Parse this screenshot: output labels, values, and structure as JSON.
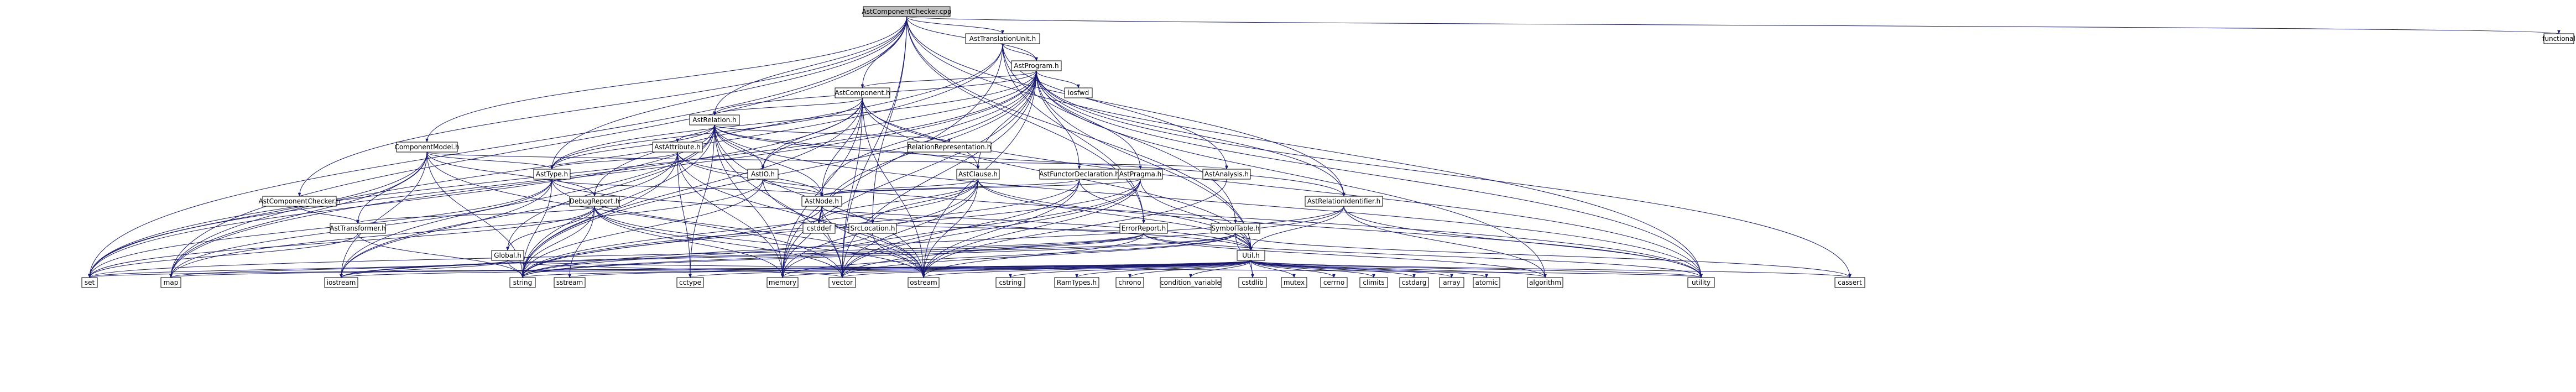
{
  "diagram": {
    "root": "AstComponentChecker.cpp",
    "nodes": [
      {
        "id": "AstComponentChecker.cpp",
        "label": "AstComponentChecker.cpp",
        "kind": "root"
      },
      {
        "id": "AstTranslationUnit.h",
        "label": "AstTranslationUnit.h",
        "kind": "file"
      },
      {
        "id": "functional",
        "label": "functional",
        "kind": "system"
      },
      {
        "id": "AstProgram.h",
        "label": "AstProgram.h",
        "kind": "file"
      },
      {
        "id": "AstComponent.h",
        "label": "AstComponent.h",
        "kind": "file"
      },
      {
        "id": "iosfwd",
        "label": "iosfwd",
        "kind": "system"
      },
      {
        "id": "AstRelation.h",
        "label": "AstRelation.h",
        "kind": "file"
      },
      {
        "id": "ComponentModel.h",
        "label": "ComponentModel.h",
        "kind": "file"
      },
      {
        "id": "AstAttribute.h",
        "label": "AstAttribute.h",
        "kind": "file"
      },
      {
        "id": "RelationRepresentation.h",
        "label": "RelationRepresentation.h",
        "kind": "file"
      },
      {
        "id": "AstIO.h",
        "label": "AstIO.h",
        "kind": "file"
      },
      {
        "id": "AstType.h",
        "label": "AstType.h",
        "kind": "file"
      },
      {
        "id": "AstClause.h",
        "label": "AstClause.h",
        "kind": "partial"
      },
      {
        "id": "AstFunctorDeclaration.h",
        "label": "AstFunctorDeclaration.h",
        "kind": "file"
      },
      {
        "id": "AstPragma.h",
        "label": "AstPragma.h",
        "kind": "file"
      },
      {
        "id": "AstAnalysis.h",
        "label": "AstAnalysis.h",
        "kind": "file"
      },
      {
        "id": "AstComponentChecker.h",
        "label": "AstComponentChecker.h",
        "kind": "file"
      },
      {
        "id": "DebugReport.h",
        "label": "DebugReport.h",
        "kind": "partial"
      },
      {
        "id": "AstNode.h",
        "label": "AstNode.h",
        "kind": "partial"
      },
      {
        "id": "AstRelationIdentifier.h",
        "label": "AstRelationIdentifier.h",
        "kind": "file"
      },
      {
        "id": "ErrorReport.h",
        "label": "ErrorReport.h",
        "kind": "file"
      },
      {
        "id": "SymbolTable.h",
        "label": "SymbolTable.h",
        "kind": "partial"
      },
      {
        "id": "AstTransformer.h",
        "label": "AstTransformer.h",
        "kind": "file"
      },
      {
        "id": "cstddef",
        "label": "cstddef",
        "kind": "system"
      },
      {
        "id": "SrcLocation.h",
        "label": "SrcLocation.h",
        "kind": "file"
      },
      {
        "id": "Util.h",
        "label": "Util.h",
        "kind": "partial"
      },
      {
        "id": "Global.h",
        "label": "Global.h",
        "kind": "file"
      },
      {
        "id": "set",
        "label": "set",
        "kind": "system"
      },
      {
        "id": "map",
        "label": "map",
        "kind": "system"
      },
      {
        "id": "iostream",
        "label": "iostream",
        "kind": "system"
      },
      {
        "id": "string",
        "label": "string",
        "kind": "system"
      },
      {
        "id": "sstream",
        "label": "sstream",
        "kind": "system"
      },
      {
        "id": "cctype",
        "label": "cctype",
        "kind": "system"
      },
      {
        "id": "memory",
        "label": "memory",
        "kind": "system"
      },
      {
        "id": "vector",
        "label": "vector",
        "kind": "system"
      },
      {
        "id": "ostream",
        "label": "ostream",
        "kind": "system"
      },
      {
        "id": "cstring",
        "label": "cstring",
        "kind": "system"
      },
      {
        "id": "RamTypes.h",
        "label": "RamTypes.h",
        "kind": "partial"
      },
      {
        "id": "chrono",
        "label": "chrono",
        "kind": "system"
      },
      {
        "id": "condition_variable",
        "label": "condition_variable",
        "kind": "system"
      },
      {
        "id": "cstdlib",
        "label": "cstdlib",
        "kind": "system"
      },
      {
        "id": "mutex",
        "label": "mutex",
        "kind": "system"
      },
      {
        "id": "cerrno",
        "label": "cerrno",
        "kind": "system"
      },
      {
        "id": "climits",
        "label": "climits",
        "kind": "system"
      },
      {
        "id": "cstdarg",
        "label": "cstdarg",
        "kind": "system"
      },
      {
        "id": "array",
        "label": "array",
        "kind": "system"
      },
      {
        "id": "atomic",
        "label": "atomic",
        "kind": "system"
      },
      {
        "id": "algorithm",
        "label": "algorithm",
        "kind": "system"
      },
      {
        "id": "utility",
        "label": "utility",
        "kind": "system"
      },
      {
        "id": "cassert",
        "label": "cassert",
        "kind": "system"
      }
    ],
    "edges": [
      [
        "AstComponentChecker.cpp",
        "AstTranslationUnit.h"
      ],
      [
        "AstComponentChecker.cpp",
        "functional"
      ],
      [
        "AstComponentChecker.cpp",
        "AstProgram.h"
      ],
      [
        "AstComponentChecker.cpp",
        "AstComponent.h"
      ],
      [
        "AstComponentChecker.cpp",
        "ComponentModel.h"
      ],
      [
        "AstComponentChecker.cpp",
        "AstRelation.h"
      ],
      [
        "AstComponentChecker.cpp",
        "AstType.h"
      ],
      [
        "AstComponentChecker.cpp",
        "AstComponentChecker.h"
      ],
      [
        "AstComponentChecker.cpp",
        "AstRelationIdentifier.h"
      ],
      [
        "AstComponentChecker.cpp",
        "ErrorReport.h"
      ],
      [
        "AstComponentChecker.cpp",
        "SrcLocation.h"
      ],
      [
        "AstComponentChecker.cpp",
        "Util.h"
      ],
      [
        "AstComponentChecker.cpp",
        "set"
      ],
      [
        "AstComponentChecker.cpp",
        "map"
      ],
      [
        "AstComponentChecker.cpp",
        "vector"
      ],
      [
        "AstComponentChecker.cpp",
        "utility"
      ],
      [
        "AstTranslationUnit.h",
        "AstProgram.h"
      ],
      [
        "AstTranslationUnit.h",
        "AstAnalysis.h"
      ],
      [
        "AstTranslationUnit.h",
        "ErrorReport.h"
      ],
      [
        "AstTranslationUnit.h",
        "SymbolTable.h"
      ],
      [
        "AstTranslationUnit.h",
        "DebugReport.h"
      ],
      [
        "AstTranslationUnit.h",
        "map"
      ],
      [
        "AstTranslationUnit.h",
        "memory"
      ],
      [
        "AstProgram.h",
        "AstComponent.h"
      ],
      [
        "AstProgram.h",
        "AstRelation.h"
      ],
      [
        "AstProgram.h",
        "iosfwd"
      ],
      [
        "AstProgram.h",
        "AstFunctorDeclaration.h"
      ],
      [
        "AstProgram.h",
        "AstPragma.h"
      ],
      [
        "AstProgram.h",
        "AstIO.h"
      ],
      [
        "AstProgram.h",
        "AstType.h"
      ],
      [
        "AstProgram.h",
        "AstClause.h"
      ],
      [
        "AstProgram.h",
        "AstNode.h"
      ],
      [
        "AstProgram.h",
        "AstRelationIdentifier.h"
      ],
      [
        "AstProgram.h",
        "Util.h"
      ],
      [
        "AstProgram.h",
        "map"
      ],
      [
        "AstProgram.h",
        "set"
      ],
      [
        "AstProgram.h",
        "string"
      ],
      [
        "AstProgram.h",
        "memory"
      ],
      [
        "AstProgram.h",
        "vector"
      ],
      [
        "AstProgram.h",
        "ostream"
      ],
      [
        "AstProgram.h",
        "cstddef"
      ],
      [
        "AstProgram.h",
        "algorithm"
      ],
      [
        "AstProgram.h",
        "utility"
      ],
      [
        "AstProgram.h",
        "cassert"
      ],
      [
        "AstComponent.h",
        "AstRelation.h"
      ],
      [
        "AstComponent.h",
        "AstIO.h"
      ],
      [
        "AstComponent.h",
        "AstType.h"
      ],
      [
        "AstComponent.h",
        "AstClause.h"
      ],
      [
        "AstComponent.h",
        "AstNode.h"
      ],
      [
        "AstComponent.h",
        "Util.h"
      ],
      [
        "AstComponent.h",
        "set"
      ],
      [
        "AstComponent.h",
        "memory"
      ],
      [
        "AstComponent.h",
        "vector"
      ],
      [
        "AstComponent.h",
        "string"
      ],
      [
        "AstComponent.h",
        "ostream"
      ],
      [
        "AstComponent.h",
        "utility"
      ],
      [
        "AstRelation.h",
        "AstAttribute.h"
      ],
      [
        "AstRelation.h",
        "RelationRepresentation.h"
      ],
      [
        "AstRelation.h",
        "AstIO.h"
      ],
      [
        "AstRelation.h",
        "AstType.h"
      ],
      [
        "AstRelation.h",
        "AstClause.h"
      ],
      [
        "AstRelation.h",
        "AstNode.h"
      ],
      [
        "AstRelation.h",
        "AstRelationIdentifier.h"
      ],
      [
        "AstRelation.h",
        "Global.h"
      ],
      [
        "AstRelation.h",
        "set"
      ],
      [
        "AstRelation.h",
        "iostream"
      ],
      [
        "AstRelation.h",
        "string"
      ],
      [
        "AstRelation.h",
        "cctype"
      ],
      [
        "AstRelation.h",
        "memory"
      ],
      [
        "AstRelation.h",
        "vector"
      ],
      [
        "AstRelation.h",
        "ostream"
      ],
      [
        "AstRelation.h",
        "utility"
      ],
      [
        "ComponentModel.h",
        "AstAnalysis.h"
      ],
      [
        "ComponentModel.h",
        "AstType.h"
      ],
      [
        "ComponentModel.h",
        "AstTransformer.h"
      ],
      [
        "ComponentModel.h",
        "DebugReport.h"
      ],
      [
        "ComponentModel.h",
        "map"
      ],
      [
        "ComponentModel.h",
        "set"
      ],
      [
        "ComponentModel.h",
        "iostream"
      ],
      [
        "ComponentModel.h",
        "string"
      ],
      [
        "ComponentModel.h",
        "vector"
      ],
      [
        "AstAttribute.h",
        "AstType.h"
      ],
      [
        "AstAttribute.h",
        "AstNode.h"
      ],
      [
        "AstAttribute.h",
        "iostream"
      ],
      [
        "AstAttribute.h",
        "string"
      ],
      [
        "AstAttribute.h",
        "cctype"
      ],
      [
        "AstAttribute.h",
        "memory"
      ],
      [
        "AstAttribute.h",
        "ostream"
      ],
      [
        "AstAttribute.h",
        "utility"
      ],
      [
        "AstIO.h",
        "AstNode.h"
      ],
      [
        "AstIO.h",
        "map"
      ],
      [
        "AstIO.h",
        "string"
      ],
      [
        "AstIO.h",
        "ostream"
      ],
      [
        "AstType.h",
        "AstNode.h"
      ],
      [
        "AstType.h",
        "Util.h"
      ],
      [
        "AstType.h",
        "set"
      ],
      [
        "AstType.h",
        "map"
      ],
      [
        "AstType.h",
        "string"
      ],
      [
        "AstType.h",
        "iostream"
      ],
      [
        "AstType.h",
        "ostream"
      ],
      [
        "AstClause.h",
        "AstNode.h"
      ],
      [
        "AstClause.h",
        "SrcLocation.h"
      ],
      [
        "AstClause.h",
        "Util.h"
      ],
      [
        "AstClause.h",
        "string"
      ],
      [
        "AstClause.h",
        "memory"
      ],
      [
        "AstClause.h",
        "vector"
      ],
      [
        "AstClause.h",
        "ostream"
      ],
      [
        "AstClause.h",
        "cstddef"
      ],
      [
        "AstClause.h",
        "utility"
      ],
      [
        "AstFunctorDeclaration.h",
        "AstNode.h"
      ],
      [
        "AstFunctorDeclaration.h",
        "Util.h"
      ],
      [
        "AstFunctorDeclaration.h",
        "string"
      ],
      [
        "AstFunctorDeclaration.h",
        "vector"
      ],
      [
        "AstFunctorDeclaration.h",
        "ostream"
      ],
      [
        "AstPragma.h",
        "AstNode.h"
      ],
      [
        "AstPragma.h",
        "Util.h"
      ],
      [
        "AstPragma.h",
        "string"
      ],
      [
        "AstPragma.h",
        "vector"
      ],
      [
        "AstPragma.h",
        "ostream"
      ],
      [
        "AstPragma.h",
        "memory"
      ],
      [
        "AstAnalysis.h",
        "ostream"
      ],
      [
        "AstComponentChecker.h",
        "AstTransformer.h"
      ],
      [
        "DebugReport.h",
        "Global.h"
      ],
      [
        "DebugReport.h",
        "AstTransformer.h"
      ],
      [
        "DebugReport.h",
        "sstream"
      ],
      [
        "DebugReport.h",
        "string"
      ],
      [
        "DebugReport.h",
        "vector"
      ],
      [
        "DebugReport.h",
        "set"
      ],
      [
        "DebugReport.h",
        "memory"
      ],
      [
        "DebugReport.h",
        "ostream"
      ],
      [
        "AstNode.h",
        "SrcLocation.h"
      ],
      [
        "AstNode.h",
        "Util.h"
      ],
      [
        "AstNode.h",
        "cstddef"
      ],
      [
        "AstNode.h",
        "memory"
      ],
      [
        "AstNode.h",
        "vector"
      ],
      [
        "AstNode.h",
        "ostream"
      ],
      [
        "AstNode.h",
        "string"
      ],
      [
        "AstRelationIdentifier.h",
        "Util.h"
      ],
      [
        "AstRelationIdentifier.h",
        "algorithm"
      ],
      [
        "AstRelationIdentifier.h",
        "utility"
      ],
      [
        "AstRelationIdentifier.h",
        "string"
      ],
      [
        "AstRelationIdentifier.h",
        "vector"
      ],
      [
        "ErrorReport.h",
        "SrcLocation.h"
      ],
      [
        "ErrorReport.h",
        "set"
      ],
      [
        "ErrorReport.h",
        "string"
      ],
      [
        "ErrorReport.h",
        "iostream"
      ],
      [
        "ErrorReport.h",
        "ostream"
      ],
      [
        "ErrorReport.h",
        "algorithm"
      ],
      [
        "ErrorReport.h",
        "utility"
      ],
      [
        "SymbolTable.h",
        "Util.h"
      ],
      [
        "SymbolTable.h",
        "cassert"
      ],
      [
        "SymbolTable.h",
        "iostream"
      ],
      [
        "SymbolTable.h",
        "string"
      ],
      [
        "SymbolTable.h",
        "vector"
      ],
      [
        "SymbolTable.h",
        "cstdlib"
      ],
      [
        "SymbolTable.h",
        "memory"
      ],
      [
        "AstTransformer.h",
        "set"
      ],
      [
        "AstTransformer.h",
        "string"
      ],
      [
        "SrcLocation.h",
        "string"
      ],
      [
        "SrcLocation.h",
        "ostream"
      ],
      [
        "Global.h",
        "map"
      ],
      [
        "Global.h",
        "iostream"
      ],
      [
        "Global.h",
        "string"
      ],
      [
        "Global.h",
        "set"
      ],
      [
        "Global.h",
        "vector"
      ],
      [
        "Global.h",
        "utility"
      ],
      [
        "Util.h",
        "RamTypes.h"
      ],
      [
        "Util.h",
        "iostream"
      ],
      [
        "Util.h",
        "map"
      ],
      [
        "Util.h",
        "set"
      ],
      [
        "Util.h",
        "string"
      ],
      [
        "Util.h",
        "sstream"
      ],
      [
        "Util.h",
        "cctype"
      ],
      [
        "Util.h",
        "memory"
      ],
      [
        "Util.h",
        "vector"
      ],
      [
        "Util.h",
        "ostream"
      ],
      [
        "Util.h",
        "cstring"
      ],
      [
        "Util.h",
        "chrono"
      ],
      [
        "Util.h",
        "condition_variable"
      ],
      [
        "Util.h",
        "cstdlib"
      ],
      [
        "Util.h",
        "mutex"
      ],
      [
        "Util.h",
        "cerrno"
      ],
      [
        "Util.h",
        "climits"
      ],
      [
        "Util.h",
        "cstdarg"
      ],
      [
        "Util.h",
        "array"
      ],
      [
        "Util.h",
        "atomic"
      ],
      [
        "Util.h",
        "algorithm"
      ],
      [
        "Util.h",
        "utility"
      ],
      [
        "Util.h",
        "cassert"
      ]
    ],
    "colors": {
      "root_fill": "#bfbfbf",
      "file_fill": "#ffffff",
      "file_stroke": "#000000",
      "partial_stroke": "#ff0000",
      "system_stroke": "#bfbfbf",
      "system_text": "#000000",
      "edge": "#191970"
    }
  }
}
